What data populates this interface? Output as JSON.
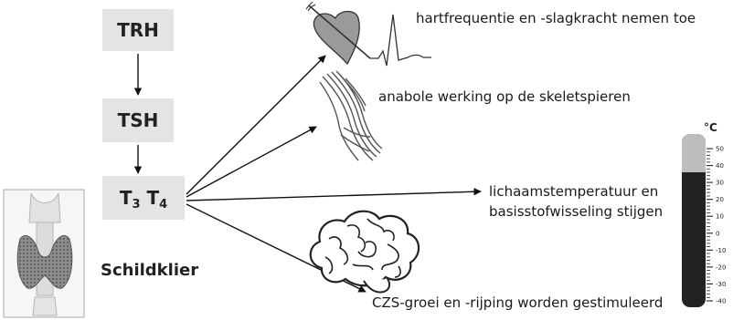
{
  "diagram": {
    "cascade": {
      "trh": "TRH",
      "tsh": "TSH",
      "t3": "3",
      "t4": "4"
    },
    "organ_label": "Schildklier",
    "effects": [
      {
        "icon": "heart-icon",
        "text": "hartfrequentie en -slagkracht nemen toe"
      },
      {
        "icon": "muscle-icon",
        "text": "anabole werking op de skeletspieren"
      },
      {
        "icon": "thermometer-icon",
        "text": "lichaamstemperatuur en basisstofwisseling stijgen",
        "line1": "lichaamstemperatuur en",
        "line2": "basisstofwisseling stijgen"
      },
      {
        "icon": "brain-icon",
        "text": "CZS-groei en -rijping worden gestimuleerd"
      }
    ],
    "thermometer": {
      "unit": "°C",
      "ticks": [
        "50",
        "40",
        "30",
        "20",
        "10",
        "0",
        "-10",
        "-20",
        "-30",
        "-40"
      ],
      "colors": {
        "empty": "#bdbdbd",
        "filled": "#222222"
      }
    },
    "colors": {
      "box": "#e4e4e4",
      "arrow": "#111111",
      "text": "#1a1a1a"
    }
  }
}
